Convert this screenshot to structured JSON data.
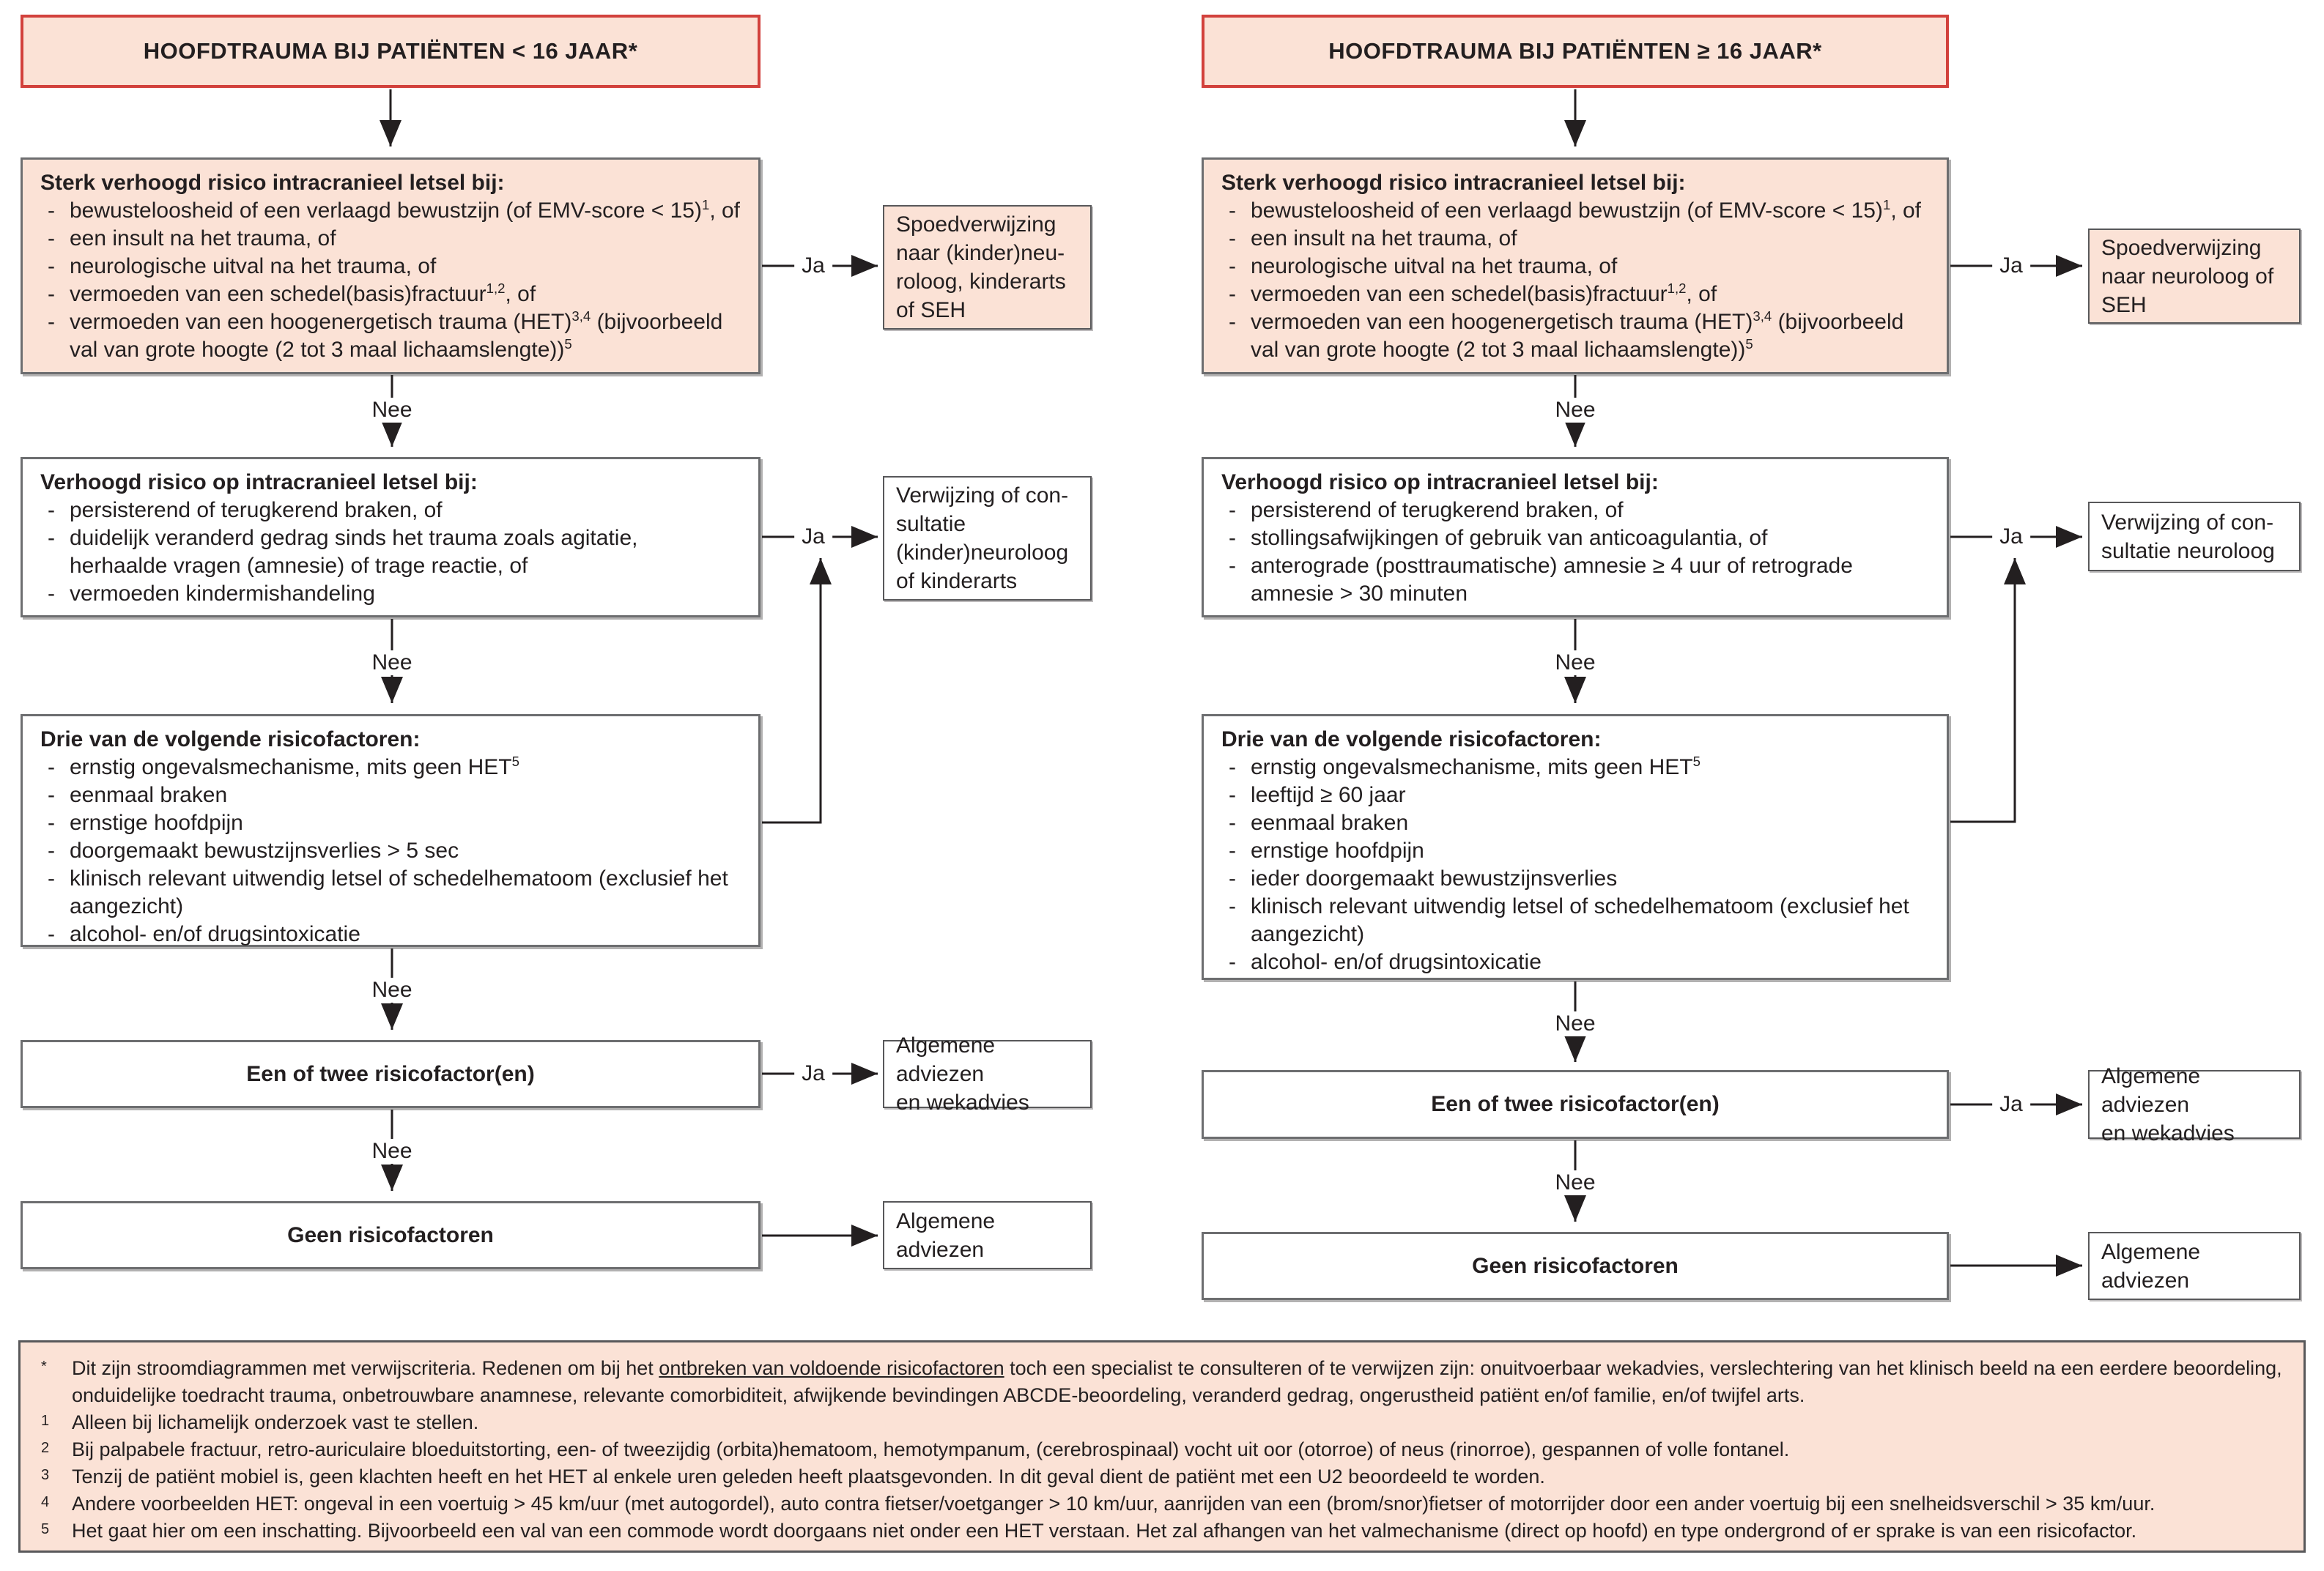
{
  "colors": {
    "pink_fill": "#fbe2d6",
    "red_border": "#d2413c",
    "gray_border": "#6d6e70",
    "text": "#231f20"
  },
  "labels": {
    "ja": "Ja",
    "nee": "Nee"
  },
  "left": {
    "title": "HOOFDTRAUMA BIJ PATIËNTEN < 16 JAAR*",
    "box1": {
      "header": "Sterk verhoogd risico intracranieel letsel bij:",
      "items": [
        [
          {
            "t": "bewusteloosheid of een verlaagd bewustzijn (of EMV-score < 15)"
          },
          {
            "sup": "1"
          },
          {
            "t": ", of"
          }
        ],
        [
          {
            "t": "een insult na het trauma, of"
          }
        ],
        [
          {
            "t": "neurologische uitval na het trauma, of"
          }
        ],
        [
          {
            "t": "vermoeden van een schedel(basis)fractuur"
          },
          {
            "sup": "1,2"
          },
          {
            "t": ", of"
          }
        ],
        [
          {
            "t": "vermoeden van een hoogenergetisch trauma (HET)"
          },
          {
            "sup": "3,4"
          },
          {
            "t": " (bijvoorbeeld val van grote hoogte (2 tot 3 maal lichaamslengte))"
          },
          {
            "sup": "5"
          }
        ]
      ]
    },
    "out1": {
      "lines": [
        "Spoedverwijzing",
        "naar (kinder)neu-",
        "roloog, kinderarts",
        "of SEH"
      ]
    },
    "box2": {
      "header": "Verhoogd risico op intracranieel letsel bij:",
      "items": [
        [
          {
            "t": "persisterend of terugkerend braken, of"
          }
        ],
        [
          {
            "t": "duidelijk veranderd gedrag sinds het trauma zoals agitatie, herhaalde vragen (amnesie) of trage reactie, of"
          }
        ],
        [
          {
            "t": "vermoeden kindermishandeling"
          }
        ]
      ]
    },
    "out2": {
      "lines": [
        "Verwijzing of con-",
        "sultatie",
        "(kinder)neuroloog",
        "of kinderarts"
      ]
    },
    "box3": {
      "header": "Drie van de volgende risicofactoren:",
      "items": [
        [
          {
            "t": "ernstig ongevalsmechanisme, mits geen HET"
          },
          {
            "sup": "5"
          }
        ],
        [
          {
            "t": "eenmaal braken"
          }
        ],
        [
          {
            "t": "ernstige hoofdpijn"
          }
        ],
        [
          {
            "t": "doorgemaakt bewustzijnsverlies > 5 sec"
          }
        ],
        [
          {
            "t": "klinisch relevant uitwendig letsel of schedelhematoom (exclusief het aangezicht)"
          }
        ],
        [
          {
            "t": "alcohol- en/of drugsintoxicatie"
          }
        ]
      ]
    },
    "box4": {
      "label": "Een of twee risicofactor(en)"
    },
    "out3": {
      "lines": [
        "Algemene adviezen",
        "en wekadvies"
      ]
    },
    "box5": {
      "label": "Geen risicofactoren"
    },
    "out4": {
      "lines": [
        "Algemene adviezen"
      ]
    }
  },
  "right": {
    "title": "HOOFDTRAUMA BIJ PATIËNTEN ≥ 16 JAAR*",
    "box1": {
      "header": "Sterk verhoogd risico intracranieel letsel bij:",
      "items": [
        [
          {
            "t": "bewusteloosheid of een verlaagd bewustzijn (of EMV-score < 15)"
          },
          {
            "sup": "1"
          },
          {
            "t": ", of"
          }
        ],
        [
          {
            "t": "een insult na het trauma, of"
          }
        ],
        [
          {
            "t": "neurologische uitval na het trauma, of"
          }
        ],
        [
          {
            "t": "vermoeden van een schedel(basis)fractuur"
          },
          {
            "sup": "1,2"
          },
          {
            "t": ", of"
          }
        ],
        [
          {
            "t": "vermoeden van een hoogenergetisch trauma (HET)"
          },
          {
            "sup": "3,4"
          },
          {
            "t": " (bijvoorbeeld val van grote hoogte (2 tot 3 maal lichaamslengte))"
          },
          {
            "sup": "5"
          }
        ]
      ]
    },
    "out1": {
      "lines": [
        "Spoedverwijzing",
        "naar neuroloog of",
        "SEH"
      ]
    },
    "box2": {
      "header": "Verhoogd risico op intracranieel letsel bij:",
      "items": [
        [
          {
            "t": "persisterend of terugkerend braken, of"
          }
        ],
        [
          {
            "t": "stollingsafwijkingen of gebruik van anticoagulantia, of"
          }
        ],
        [
          {
            "t": "anterograde (posttraumatische) amnesie ≥ 4 uur of retrograde amnesie > 30 minuten"
          }
        ]
      ]
    },
    "out2": {
      "lines": [
        "Verwijzing of con-",
        "sultatie neuroloog"
      ]
    },
    "box3": {
      "header": "Drie van de volgende risicofactoren:",
      "items": [
        [
          {
            "t": "ernstig ongevalsmechanisme, mits geen HET"
          },
          {
            "sup": "5"
          }
        ],
        [
          {
            "t": "leeftijd ≥ 60 jaar"
          }
        ],
        [
          {
            "t": "eenmaal braken"
          }
        ],
        [
          {
            "t": "ernstige hoofdpijn"
          }
        ],
        [
          {
            "t": "ieder doorgemaakt bewustzijnsverlies"
          }
        ],
        [
          {
            "t": "klinisch relevant uitwendig letsel of schedelhematoom (exclusief het aangezicht)"
          }
        ],
        [
          {
            "t": "alcohol- en/of drugsintoxicatie"
          }
        ]
      ]
    },
    "box4": {
      "label": "Een of twee risicofactor(en)"
    },
    "out3": {
      "lines": [
        "Algemene adviezen",
        "en wekadvies"
      ]
    },
    "box5": {
      "label": "Geen risicofactoren"
    },
    "out4": {
      "lines": [
        "Algemene adviezen"
      ]
    }
  },
  "footnotes": [
    {
      "marker": "*",
      "rich": [
        {
          "t": "Dit zijn stroomdiagrammen met verwijscriteria. Redenen om bij het "
        },
        {
          "u": "ontbreken van voldoende risicofactoren"
        },
        {
          "t": " toch een specialist te consulteren of te verwijzen zijn: onuitvoerbaar wekadvies, verslechtering van het klinisch beeld na een eerdere beoordeling, onduidelijke toedracht trauma, onbetrouwbare anamnese, relevante comorbiditeit, afwijkende bevindingen ABCDE-beoordeling, veranderd gedrag, ongerustheid patiënt en/of familie, en/of twijfel arts."
        }
      ]
    },
    {
      "marker": "1",
      "rich": [
        {
          "t": "Alleen bij lichamelijk onderzoek vast te stellen."
        }
      ]
    },
    {
      "marker": "2",
      "rich": [
        {
          "t": "Bij palpabele fractuur, retro-auriculaire bloeduitstorting, een- of tweezijdig (orbita)hematoom, hemotympanum, (cerebrospinaal) vocht uit oor (otorroe) of neus (rinorroe), gespannen of volle fontanel."
        }
      ]
    },
    {
      "marker": "3",
      "rich": [
        {
          "t": "Tenzij de patiënt mobiel is, geen klachten heeft en het HET al enkele uren geleden heeft plaatsgevonden. In dit geval dient de patiënt met een U2 beoordeeld te worden."
        }
      ]
    },
    {
      "marker": "4",
      "rich": [
        {
          "t": "Andere voorbeelden HET: ongeval in een voertuig > 45 km/uur (met autogordel), auto contra fietser/voetganger > 10 km/uur, aanrijden van een (brom/snor)fietser of motorrijder door een ander voertuig bij een snelheidsverschil > 35 km/uur."
        }
      ]
    },
    {
      "marker": "5",
      "rich": [
        {
          "t": "Het gaat hier om een inschatting. Bijvoorbeeld een val van een commode wordt doorgaans niet onder een HET verstaan. Het zal afhangen van het valmechanisme (direct op hoofd) en type ondergrond of er sprake is van een risicofactor."
        }
      ]
    }
  ]
}
